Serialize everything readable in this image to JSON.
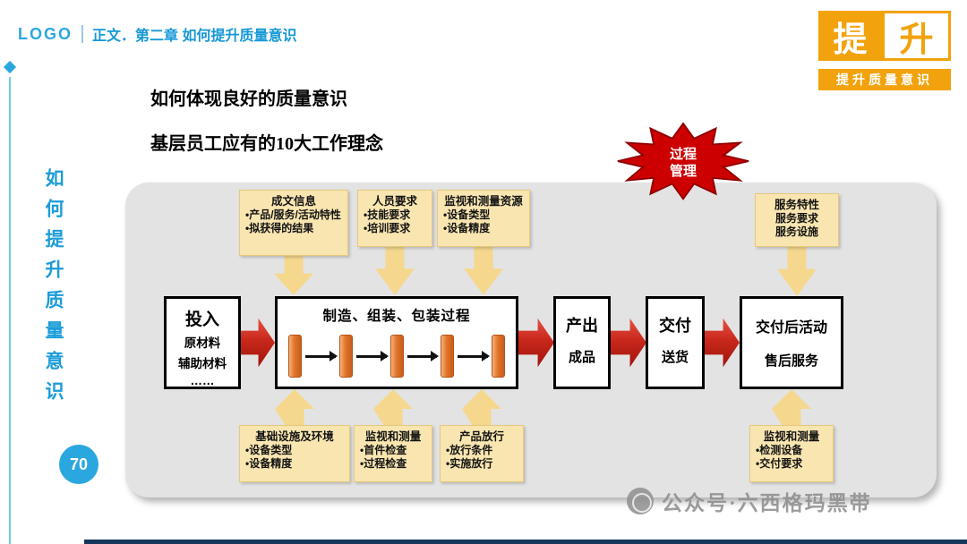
{
  "header": {
    "logo": "LOGO",
    "section": "正文．第二章 如何提升质量意识"
  },
  "badge": {
    "char_left": "提",
    "char_right": "升",
    "caption": "提升质量意识"
  },
  "sidebar": {
    "vertical_title": "如何提升质量意识",
    "page_number": "70"
  },
  "content": {
    "title_line1": "如何体现良好的质量意识",
    "title_line2": "基层员工应有的10大工作理念"
  },
  "starburst": {
    "line1": "过程",
    "line2": "管理"
  },
  "diagram": {
    "top_notes": [
      {
        "title": "成文信息",
        "lines": [
          "•产品/服务/活动特性",
          "•拟获得的结果"
        ]
      },
      {
        "title": "人员要求",
        "lines": [
          "•技能要求",
          "•培训要求"
        ]
      },
      {
        "title": "监视和测量资源",
        "lines": [
          "•设备类型",
          "•设备精度"
        ]
      },
      {
        "title": "服务特性",
        "lines": [
          "服务要求",
          "服务设施"
        ]
      }
    ],
    "bottom_notes": [
      {
        "title": "基础设施及环境",
        "lines": [
          "•设备类型",
          "•设备精度"
        ]
      },
      {
        "title": "监视和测量",
        "lines": [
          "•首件检查",
          "•过程检查"
        ]
      },
      {
        "title": "产品放行",
        "lines": [
          "•放行条件",
          "•实施放行"
        ]
      },
      {
        "title": "监视和测量",
        "lines": [
          "•检测设备",
          "•交付要求"
        ]
      }
    ],
    "flow": {
      "input": {
        "title": "投入",
        "lines": [
          "原材料",
          "辅助材料",
          "……"
        ]
      },
      "process": {
        "title": "制造、组装、包装过程",
        "stage_count": 5
      },
      "output": {
        "title": "产出",
        "lines": [
          "成品"
        ]
      },
      "delivery": {
        "title": "交付",
        "lines": [
          "送货"
        ]
      },
      "after_delivery": {
        "title": "交付后活动",
        "lines": [
          "售后服务"
        ]
      }
    }
  },
  "watermark": {
    "text": "公众号·六西格玛黑带"
  },
  "colors": {
    "accent_blue": "#1B9CD8",
    "accent_orange": "#F2A20C",
    "flow_red": "#C8281B",
    "note_yellow": "#F8E5B0",
    "panel_gray": "#E3E3E3"
  }
}
